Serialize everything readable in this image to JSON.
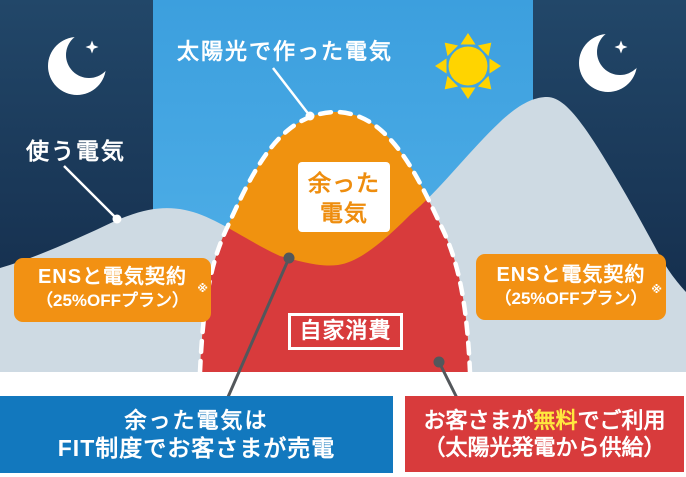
{
  "labels": {
    "solar_generated": "太陽光で作った電気",
    "electricity_used": "使う電気",
    "surplus_line1": "余った",
    "surplus_line2": "電気",
    "self_consumption": "自家消費"
  },
  "badges": {
    "left": {
      "line1": "ENSと電気契約",
      "line2": "（25%OFFプラン）",
      "note": "※"
    },
    "right": {
      "line1": "ENSと電気契約",
      "line2": "（25%OFFプラン）",
      "note": "※"
    }
  },
  "callouts": {
    "fit": {
      "line1": "余った電気は",
      "line2": "FIT制度でお客さまが売電"
    },
    "free": {
      "line1_pre": "お客さまが",
      "line1_highlight": "無料",
      "line1_post": "でご利用",
      "line2": "（太陽光発電から供給）"
    }
  },
  "icons": {
    "sun": "sun-icon",
    "moon_left": "moon-icon",
    "moon_right": "moon-icon"
  },
  "colors": {
    "night_sky_top": "#224769",
    "night_sky_bottom": "#122947",
    "day_sky_top": "#3C9FDE",
    "day_sky_bottom": "#54B3EA",
    "usage_gray": "#CEDAE3",
    "solar_orange": "#F0920F",
    "overlap_red": "#D83B3C",
    "badge_orange": "#F29113",
    "fit_blue": "#1278BE",
    "highlight_yellow": "#FFE83E",
    "sun_yellow": "#FFD400",
    "leader_gray": "#53575B"
  }
}
